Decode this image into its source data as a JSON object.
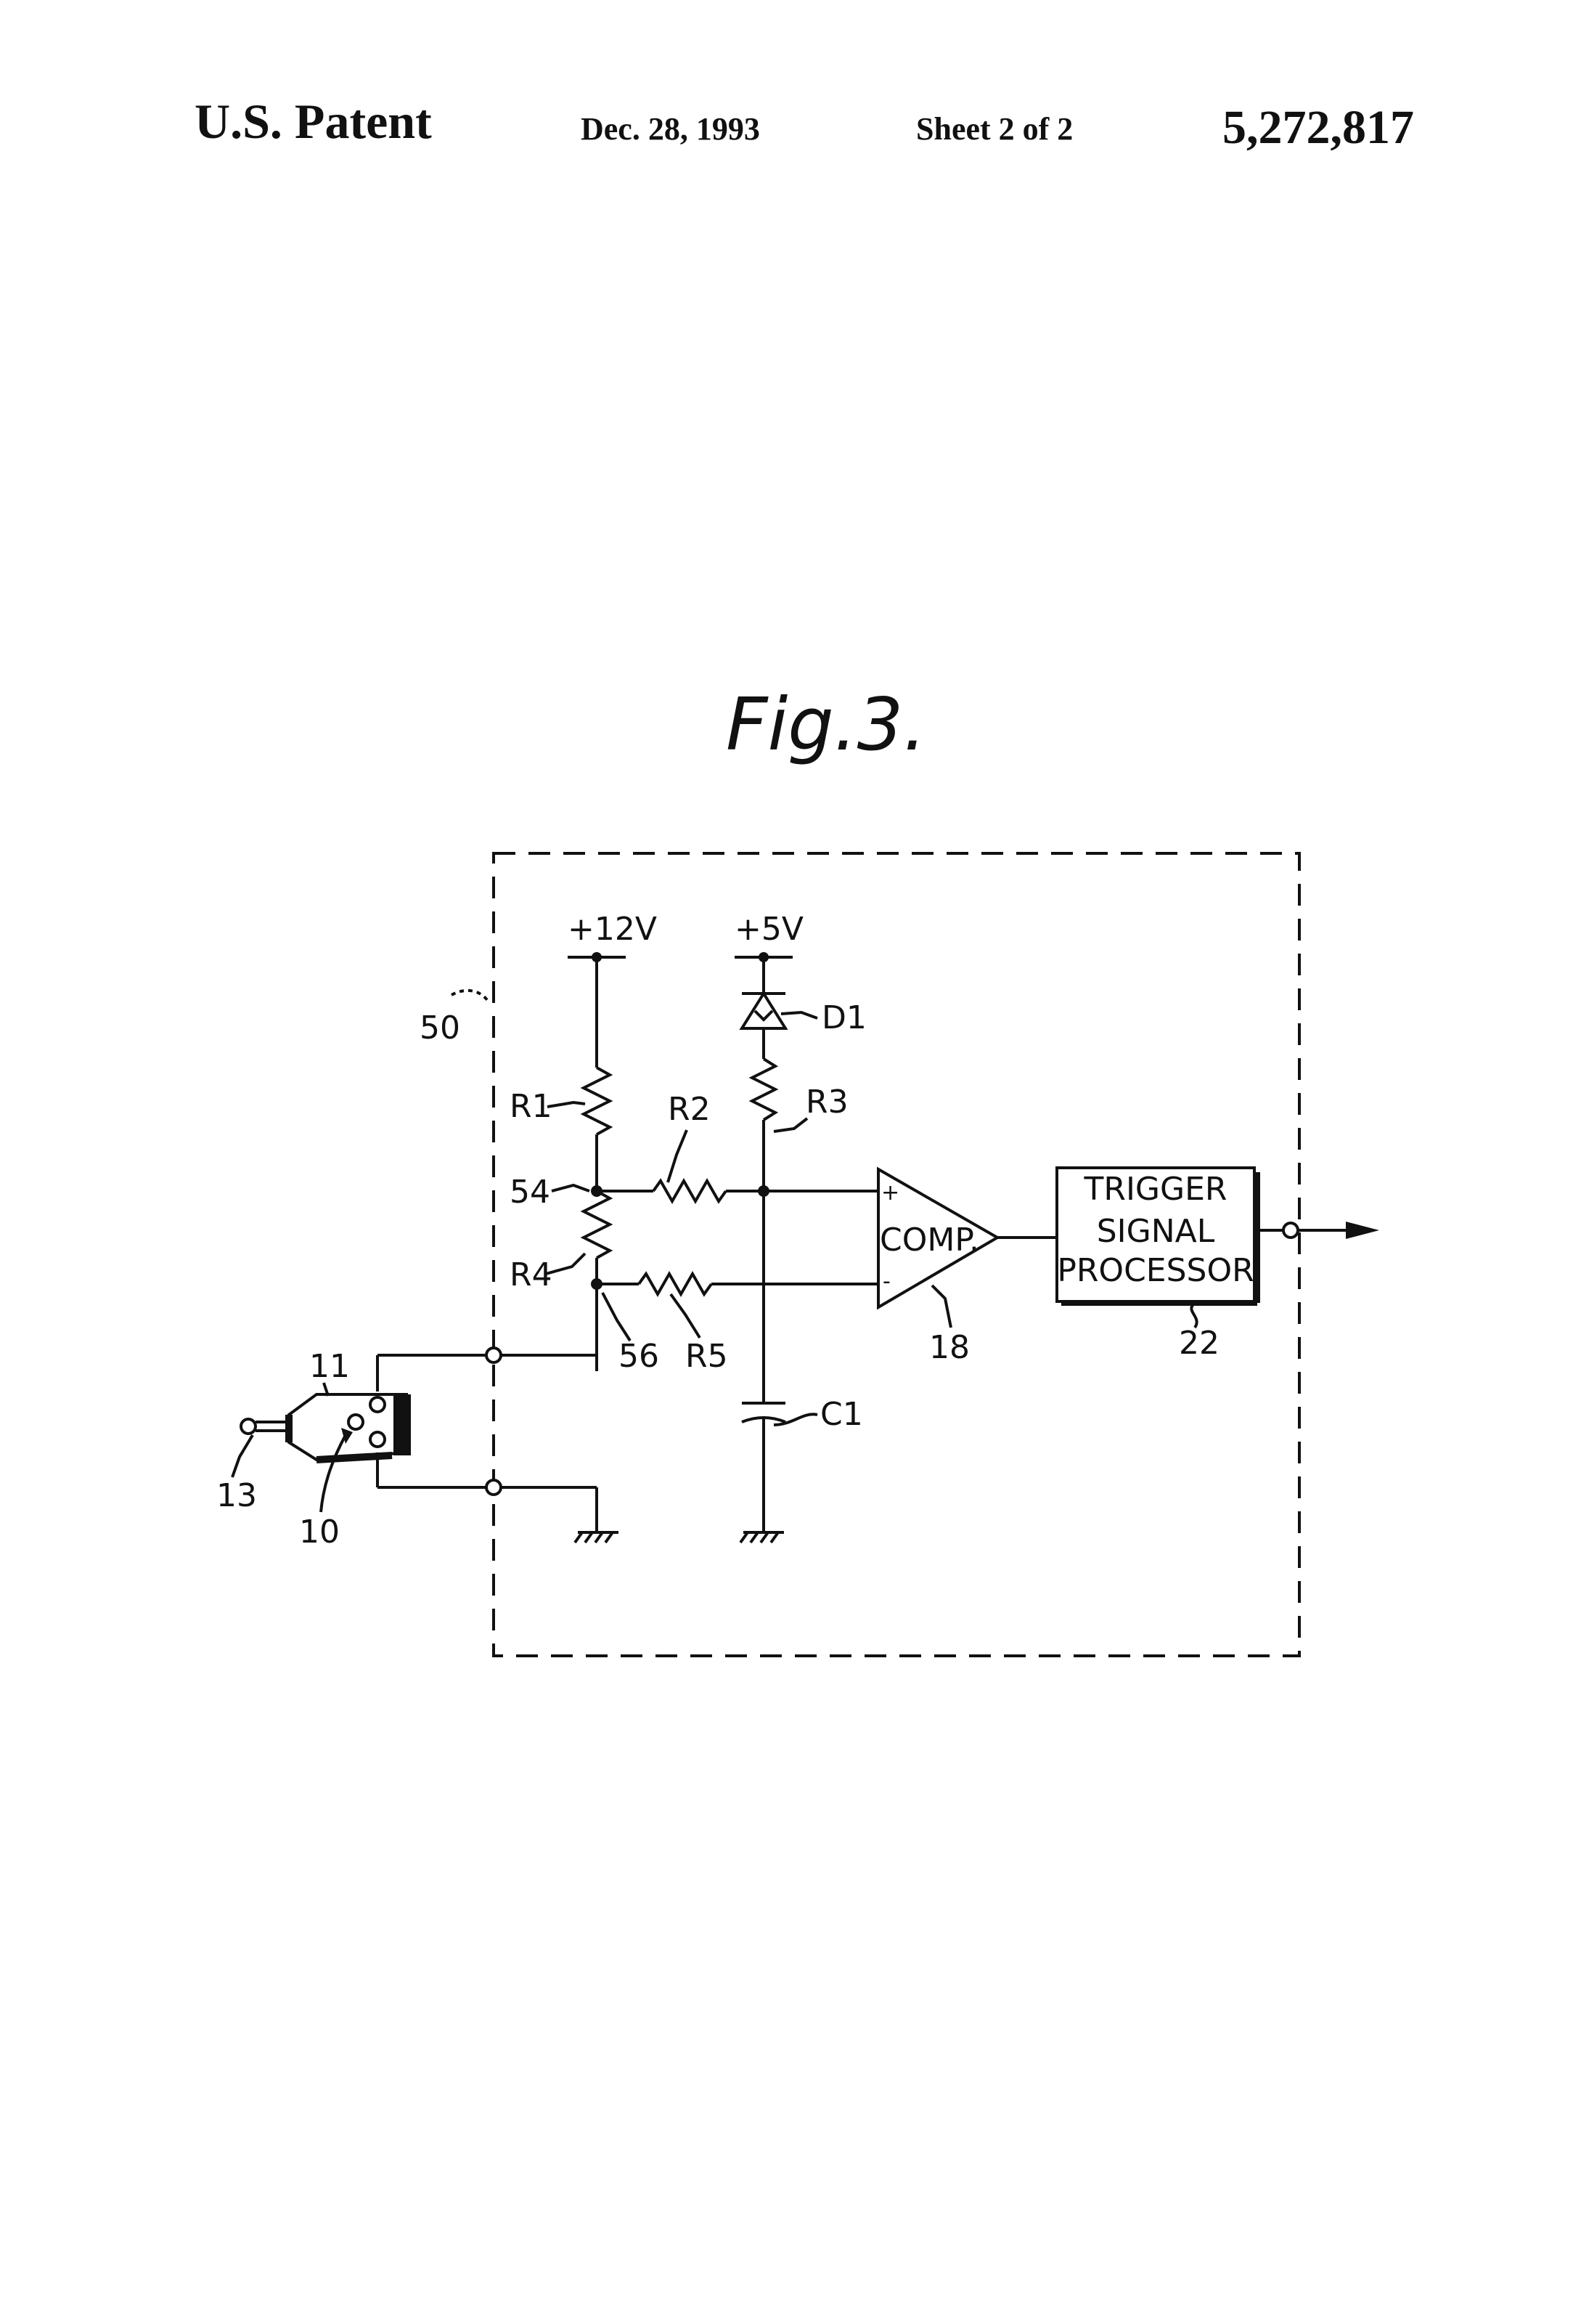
{
  "header": {
    "title": "U.S. Patent",
    "date": "Dec. 28, 1993",
    "sheet": "Sheet 2 of 2",
    "patent_number": "5,272,817"
  },
  "figure": {
    "title": "Fig.3.",
    "labels": {
      "plus12v": "+12V",
      "plus5v": "+5V",
      "d1": "D1",
      "r1": "R1",
      "r2": "R2",
      "r3": "R3",
      "r4": "R4",
      "r5": "R5",
      "c1": "C1",
      "ref50": "50",
      "ref54": "54",
      "ref56": "56",
      "ref18": "18",
      "ref22": "22",
      "ref11": "11",
      "ref13": "13",
      "ref10": "10",
      "comp": "COMP.",
      "plus": "+",
      "minus": "-",
      "trigger": "TRIGGER",
      "signal": "SIGNAL",
      "processor": "PROCESSOR"
    }
  }
}
